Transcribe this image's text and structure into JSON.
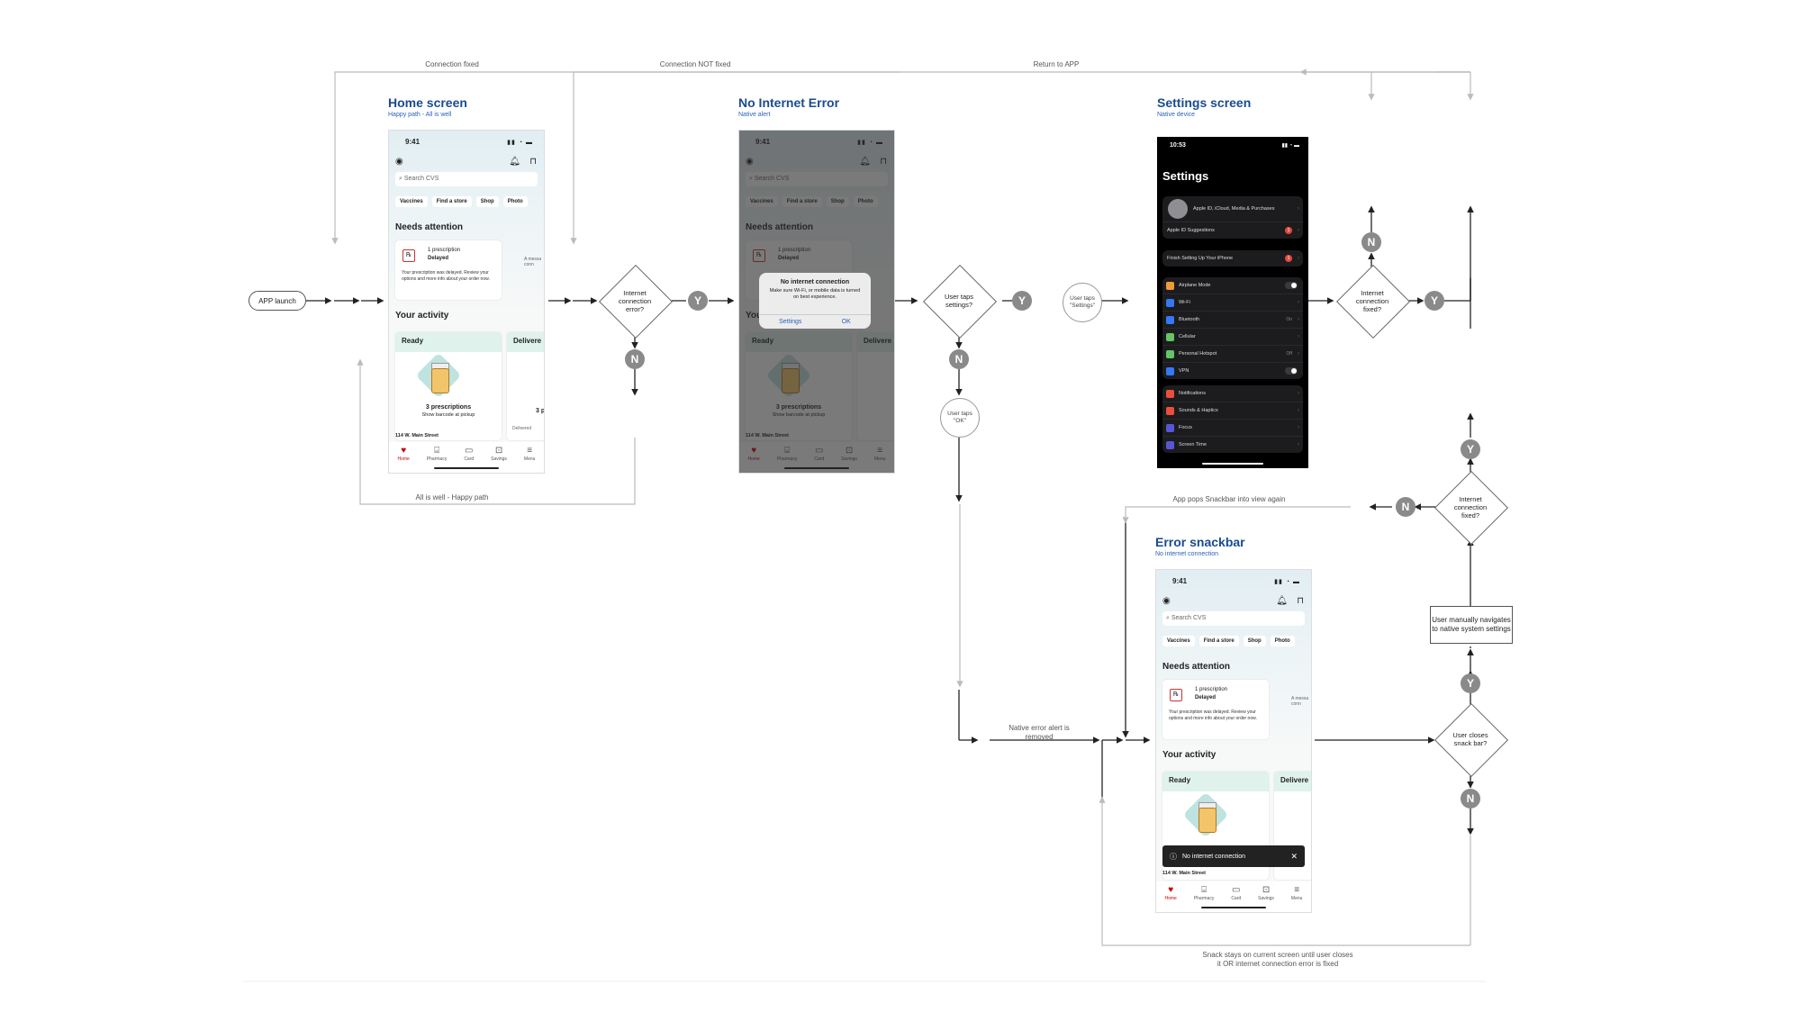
{
  "flow": {
    "app_launch": "APP launch",
    "connection_fixed": "Connection fixed",
    "connection_not_fixed": "Connection NOT fixed",
    "return_to_app": "Return to APP",
    "all_is_well": "All is well - Happy path",
    "snackbar_again": "App pops Snackbar into view again",
    "native_alert_removed": "Native error alert is removed",
    "snack_stays": "Snack stays on current screen until user closes it OR internet connection error is fixed",
    "decision_internet_error": "Internet connection error?",
    "decision_user_taps_settings": "User taps settings?",
    "decision_fixed_1": "Internet connection fixed?",
    "decision_fixed_2": "Internet connection fixed?",
    "decision_user_closes": "User closes snack bar?",
    "note_taps_settings": "User taps \"Settings\"",
    "note_taps_ok": "User taps \"OK\"",
    "note_manual_nav": "User manually navigates to native system settings",
    "yes": "Y",
    "no": "N"
  },
  "sections": {
    "home": {
      "title": "Home screen",
      "subtitle": "Happy path - All is well"
    },
    "error": {
      "title": "No Internet Error",
      "subtitle": "Native alert"
    },
    "settings": {
      "title": "Settings screen",
      "subtitle": "Native device"
    },
    "snackbar": {
      "title": "Error snackbar",
      "subtitle": "No internet connection"
    }
  },
  "phone": {
    "time": "9:41",
    "search_placeholder": "Search CVS",
    "chips": [
      "Vaccines",
      "Find a store",
      "Shop",
      "Photo"
    ],
    "needs_attention": "Needs attention",
    "rx_count": "1 prescription",
    "rx_status": "Delayed",
    "rx_body": "Your prescription was delayed. Review your options and more info about your order now.",
    "peek_text": "A messa conn",
    "your_activity": "Your activity",
    "ready": "Ready",
    "delivered_head": "Delivere",
    "prescriptions": "3 prescriptions",
    "barcode": "Show barcode at pickup",
    "peek_3p": "3 p",
    "peek_delivered": "Delivered",
    "address": "114 W. Main Street",
    "tabs": [
      "Home",
      "Pharmacy",
      "Card",
      "Savings",
      "Menu"
    ]
  },
  "alert": {
    "title": "No internet connection",
    "message": "Make sure Wi-Fi, or mobile data is turned on best experience.",
    "settings_btn": "Settings",
    "ok_btn": "OK"
  },
  "snack": {
    "message": "No internet connection"
  },
  "settings_screen": {
    "time": "10:53",
    "title": "Settings",
    "apple_id": "Apple ID, iCloud, Media & Purchases",
    "apple_suggestions": "Apple ID Suggestions",
    "finish_setup": "Finish Setting Up Your iPhone",
    "badge": "1",
    "airplane": "Airplane Mode",
    "wifi": "Wi-Fi",
    "bluetooth": "Bluetooth",
    "bluetooth_val": "On",
    "cellular": "Cellular",
    "hotspot": "Personal Hotspot",
    "hotspot_val": "Off",
    "vpn": "VPN",
    "notifications": "Notifications",
    "sounds": "Sounds & Haptics",
    "focus": "Focus",
    "screen_time": "Screen Time"
  },
  "colors": {
    "accent": "#1a4b8f",
    "badge": "#8a8a8a",
    "line": "#222222",
    "return_line": "#bbbbbb"
  }
}
